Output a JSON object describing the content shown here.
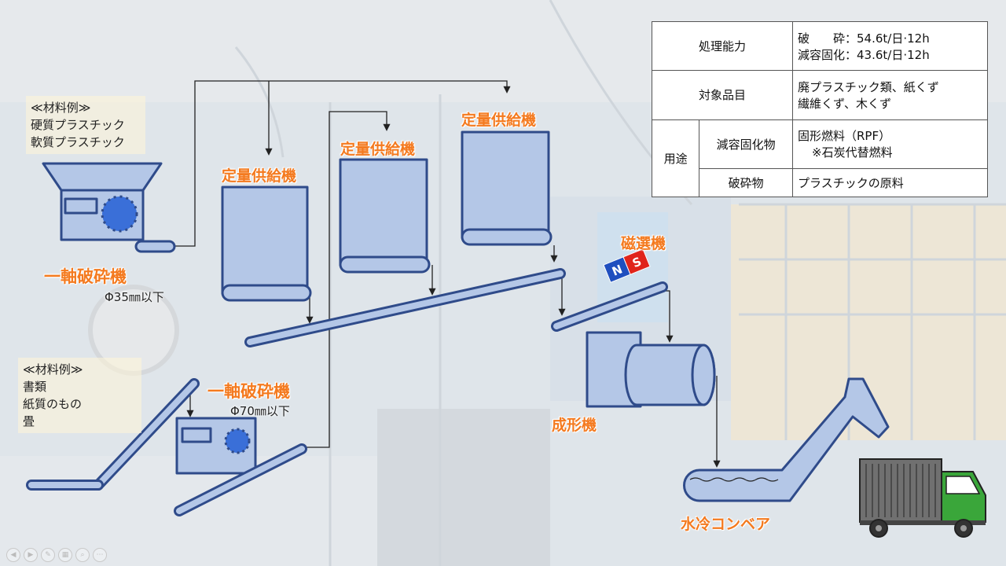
{
  "table": {
    "capacity_label": "処理能力",
    "capacity_line1": "破　　砕：54.6t/日·12h",
    "capacity_line2": "減容固化：43.6t/日·12h",
    "target_label": "対象品目",
    "target_line1": "廃プラスチック類、紙くず",
    "target_line2": "繊維くず、木くず",
    "use_label": "用途",
    "use_row1_label": "減容固化物",
    "use_row1_line1": "固形燃料（RPF）",
    "use_row1_line2": "※石炭代替燃料",
    "use_row2_label": "破砕物",
    "use_row2_value": "プラスチックの原料"
  },
  "materials1": {
    "heading": "≪材料例≫",
    "items": [
      "硬質プラスチック",
      "軟質プラスチック"
    ]
  },
  "materials2": {
    "heading": "≪材料例≫",
    "items": [
      "書類",
      "紙質のもの",
      "畳"
    ]
  },
  "labels": {
    "shredder1": "一軸破砕機",
    "shredder1_size": "Φ35㎜以下",
    "shredder2": "一軸破砕機",
    "shredder2_size": "Φ70㎜以下",
    "feeder1": "定量供給機",
    "feeder2": "定量供給機",
    "feeder3": "定量供給機",
    "magnet": "磁選機",
    "magnet_n": "N",
    "magnet_s": "S",
    "molder": "成形機",
    "conveyor": "水冷コンベア"
  },
  "colors": {
    "fill": "#b4c7e7",
    "stroke": "#2f4b8a",
    "label": "#f47a1f",
    "magnet_n": "#1f4fbf",
    "magnet_s": "#e0241b",
    "truck_green": "#3aa63a"
  }
}
